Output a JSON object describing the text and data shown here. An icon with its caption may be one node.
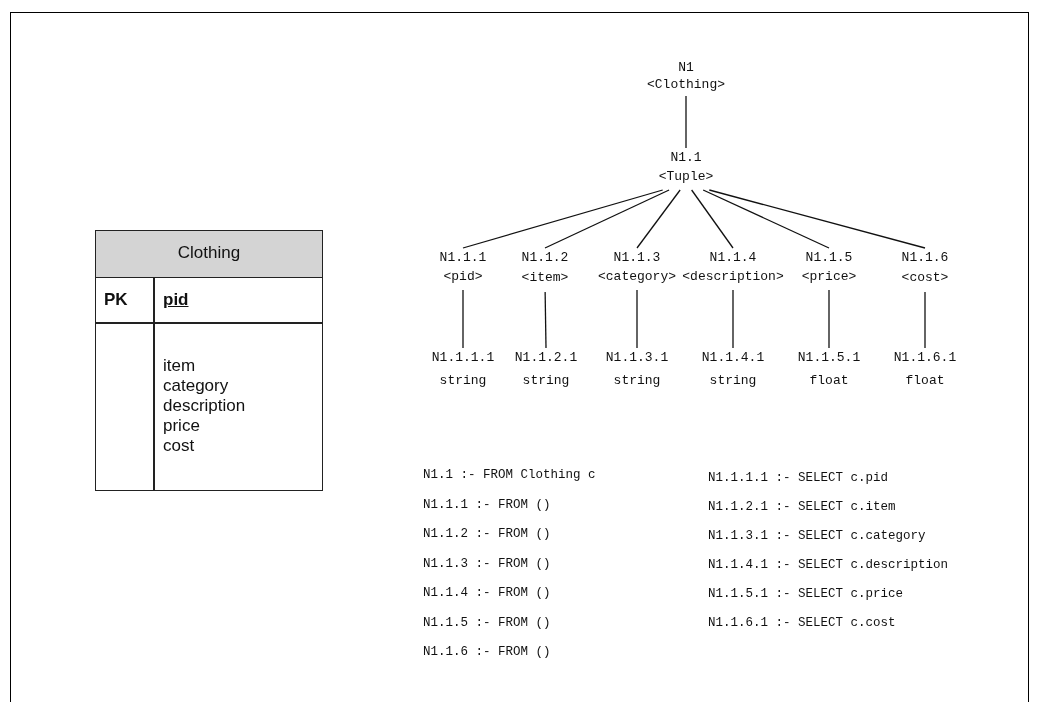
{
  "diagram": {
    "nodes": [
      {
        "text": [
          "Clothing",
          "PK",
          "pid",
          "item",
          "category",
          "description",
          "price",
          "cost"
        ]
      },
      {
        "text": [
          "N1",
          "<Clothing>"
        ]
      },
      {
        "text": [
          "N1.1",
          "<Tuple>"
        ]
      },
      {
        "text": [
          "N1.1.1",
          "<pid>"
        ]
      },
      {
        "text": [
          "N1.1.2",
          "<item>"
        ]
      },
      {
        "text": [
          "N1.1.3",
          "<category>"
        ]
      },
      {
        "text": [
          "N1.1.4",
          "<description>"
        ]
      },
      {
        "text": [
          "N1.1.5",
          "<price>"
        ]
      },
      {
        "text": [
          "N1.1.6",
          "<cost>"
        ]
      },
      {
        "text": [
          "N1.1.1.1",
          "string"
        ]
      },
      {
        "text": [
          "N1.1.2.1",
          "string"
        ]
      },
      {
        "text": [
          "N1.1.3.1",
          "string"
        ]
      },
      {
        "text": [
          "N1.1.4.1",
          "string"
        ]
      },
      {
        "text": [
          "N1.1.5.1",
          "float"
        ]
      },
      {
        "text": [
          "N1.1.6.1",
          "float"
        ]
      }
    ],
    "edges": [
      {
        "from": 1,
        "to": 2,
        "arrow": "none"
      },
      {
        "from": 2,
        "to": 3,
        "arrow": "none"
      },
      {
        "from": 2,
        "to": 4,
        "arrow": "none"
      },
      {
        "from": 2,
        "to": 5,
        "arrow": "none"
      },
      {
        "from": 2,
        "to": 6,
        "arrow": "none"
      },
      {
        "from": 2,
        "to": 7,
        "arrow": "none"
      },
      {
        "from": 2,
        "to": 8,
        "arrow": "none"
      },
      {
        "from": 3,
        "to": 9,
        "arrow": "none"
      },
      {
        "from": 4,
        "to": 10,
        "arrow": "none"
      },
      {
        "from": 5,
        "to": 11,
        "arrow": "none"
      },
      {
        "from": 6,
        "to": 12,
        "arrow": "none"
      },
      {
        "from": 7,
        "to": 13,
        "arrow": "none"
      },
      {
        "from": 8,
        "to": 14,
        "arrow": "none"
      }
    ],
    "labels": [
      "N1.1 :- FROM Clothing c",
      "N1.1.1 :- FROM ()",
      "N1.1.2 :- FROM ()",
      "N1.1.3 :- FROM ()",
      "N1.1.4 :- FROM ()",
      "N1.1.5 :- FROM ()",
      "N1.1.6 :- FROM ()",
      "N1.1.1.1 :- SELECT c.pid",
      "N1.1.2.1 :- SELECT c.item",
      "N1.1.3.1 :- SELECT c.category",
      "N1.1.4.1 :- SELECT c.description",
      "N1.1.5.1 :- SELECT c.price",
      "N1.1.6.1 :- SELECT c.cost"
    ]
  }
}
